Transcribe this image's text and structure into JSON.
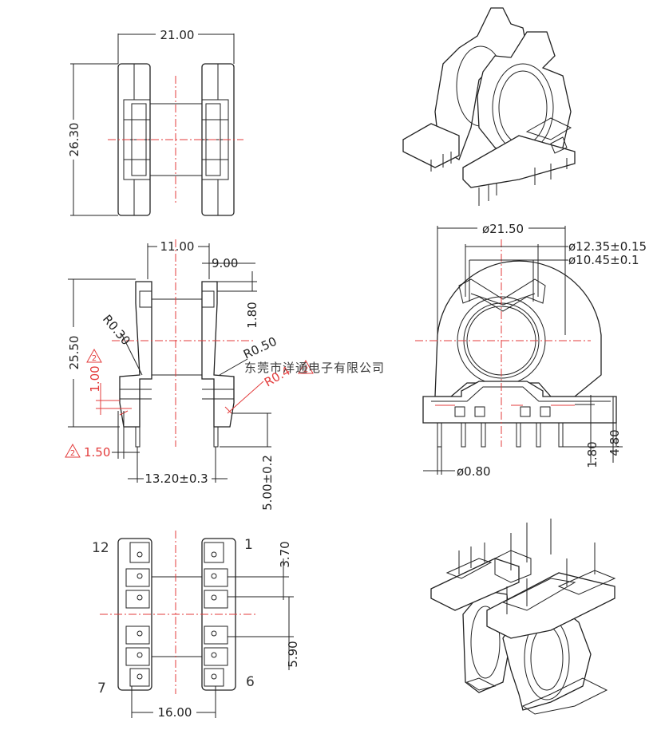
{
  "top_view": {
    "width_dim": "21.00",
    "height_dim": "26.30"
  },
  "side_view": {
    "dim_11": "11.00",
    "dim_9": "9.00",
    "dim_1_80": "1.80",
    "dim_25_50": "25.50",
    "r_0_30": "R0.30",
    "r_0_50": "R0.50",
    "r_0_4": "R0.4",
    "rev_note_1": "2",
    "dim_1_00": "1.00",
    "rev_note_2": "2",
    "dim_1_50": "1.50",
    "dim_13_20": "13.20±0.3",
    "dim_5_00": "5.00±0.2",
    "rev_note_3": "2"
  },
  "front_view": {
    "dia_21_50": "ø21.50",
    "dia_12_35": "ø12.35±0.15",
    "dia_10_45": "ø10.45±0.1",
    "dim_1_80": "1.80",
    "dim_4_80": "4.80",
    "dia_0_80": "ø0.80"
  },
  "watermark": "东莞市洋通电子有限公司",
  "bottom_view": {
    "pin_12": "12",
    "pin_1": "1",
    "pin_7": "7",
    "pin_6": "6",
    "dim_3_70": "3.70",
    "dim_5_90": "5.90",
    "dim_16_00": "16.00"
  },
  "colors": {
    "line": "#222222",
    "accent": "#e33b3b",
    "background": "#ffffff"
  }
}
